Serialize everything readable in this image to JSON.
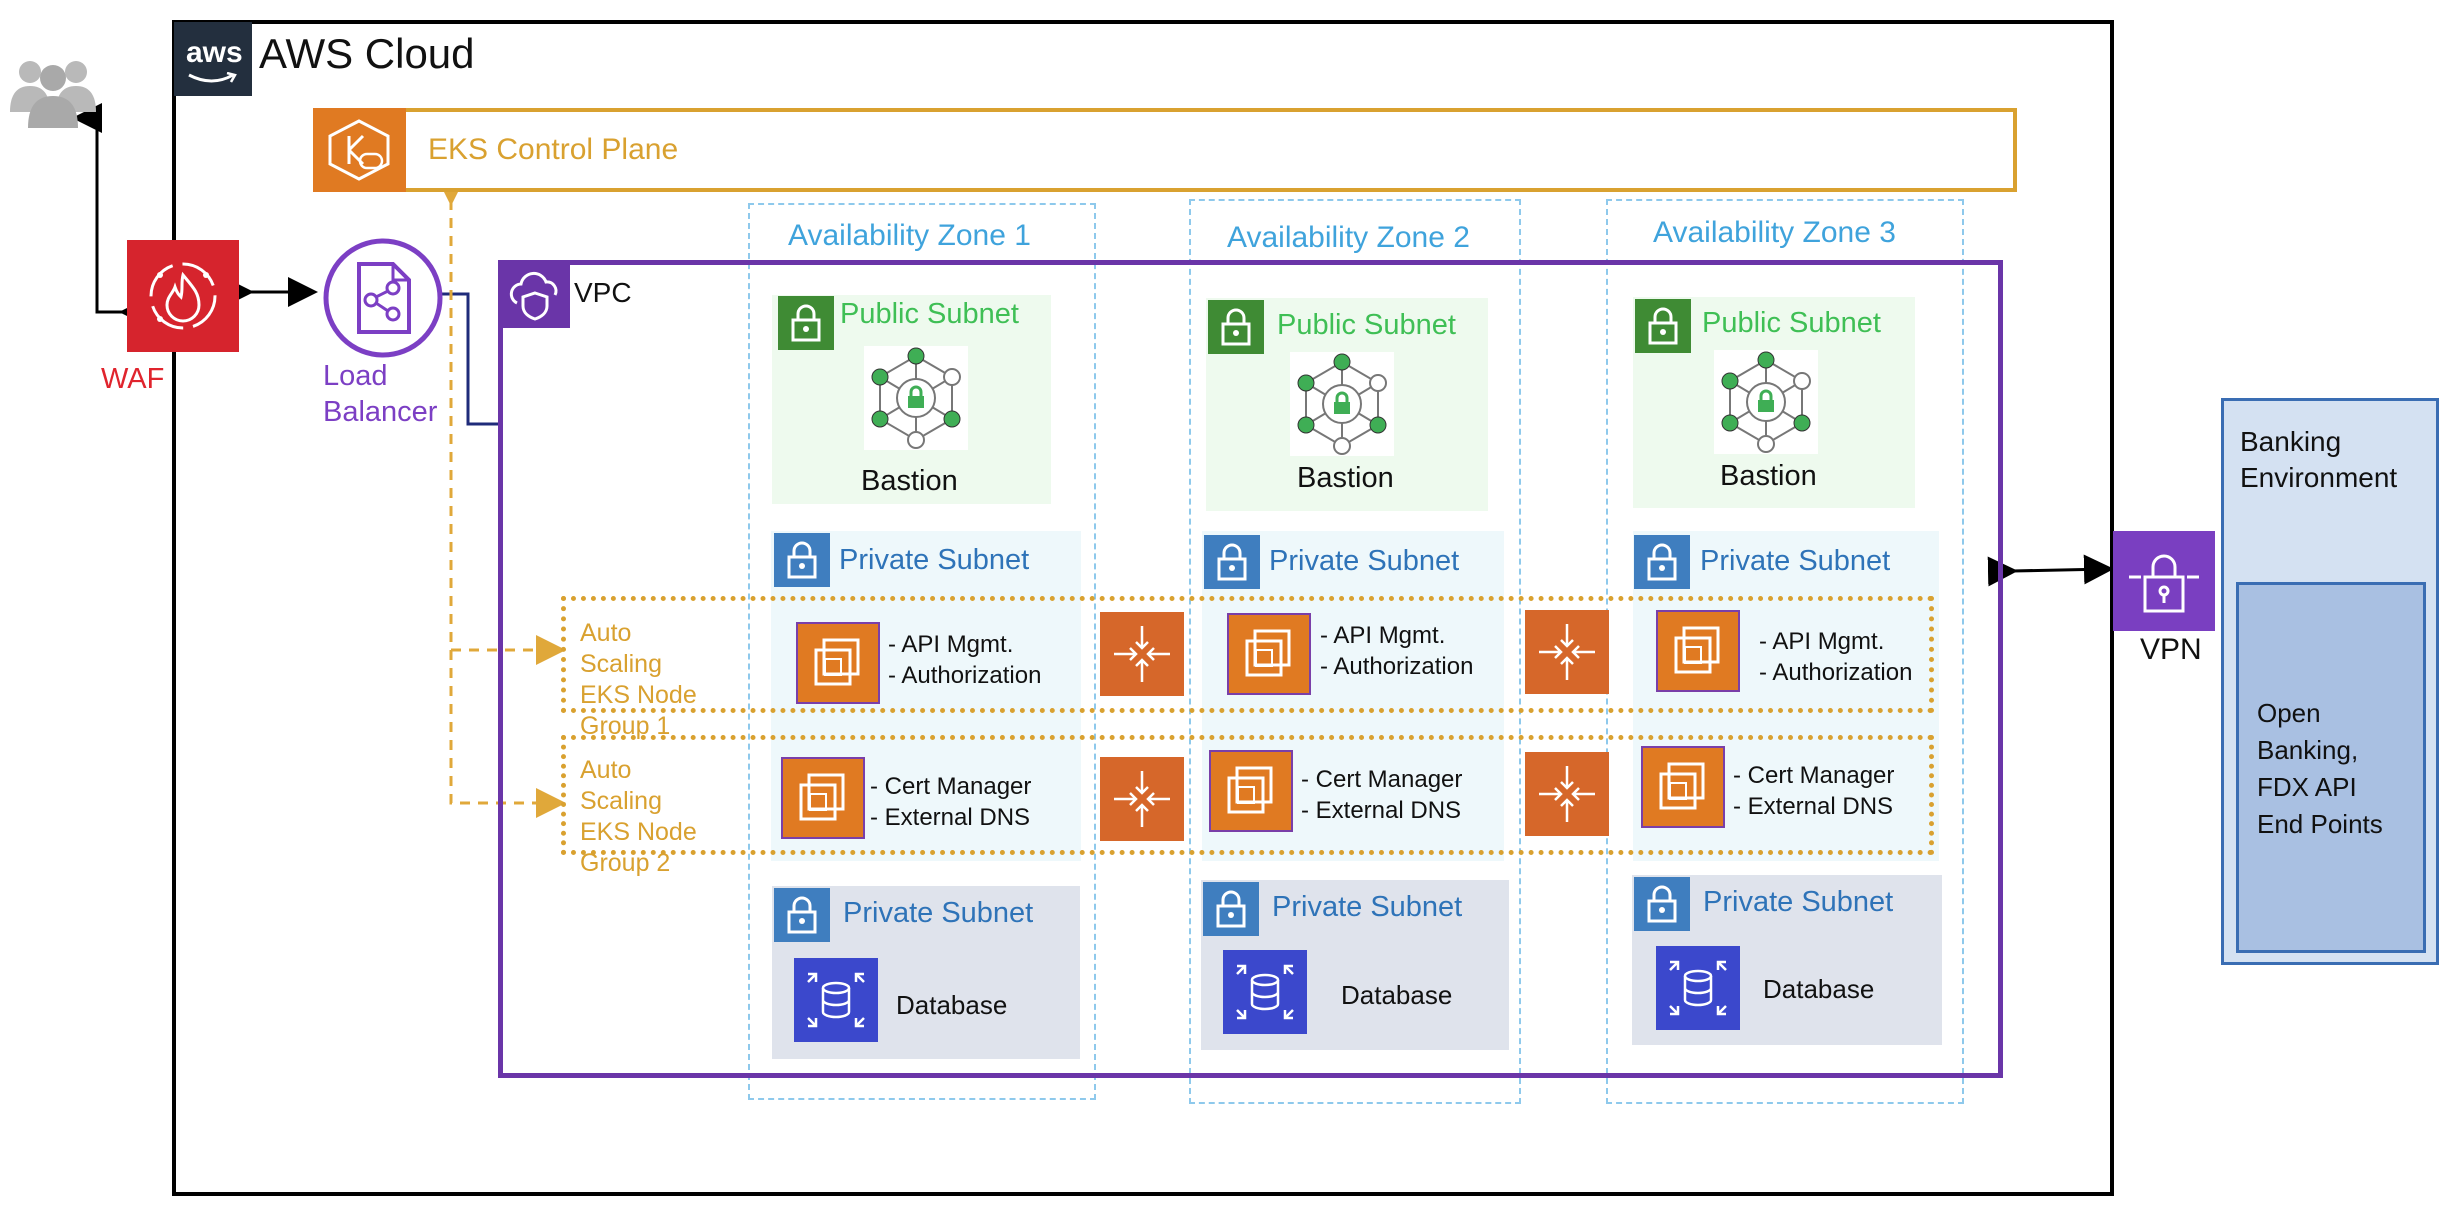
{
  "aws_cloud": {
    "label": "AWS Cloud",
    "logo_text": "aws"
  },
  "eks_control_plane": {
    "label": "EKS Control Plane"
  },
  "waf": {
    "label": "WAF"
  },
  "load_balancer": {
    "label_line1": "Load",
    "label_line2": "Balancer"
  },
  "vpc": {
    "label": "VPC"
  },
  "vpn": {
    "label": "VPN"
  },
  "banking": {
    "title_line1": "Banking",
    "title_line2": "Environment",
    "endpoints": [
      "Open",
      "Banking,",
      "FDX API",
      "End Points"
    ]
  },
  "zones": [
    {
      "label": "Availability Zone 1",
      "public": "Public Subnet",
      "bastion": "Bastion",
      "private": "Private Subnet",
      "private_db": "Private Subnet",
      "database": "Database"
    },
    {
      "label": "Availability Zone 2",
      "public": "Public Subnet",
      "bastion": "Bastion",
      "private": "Private Subnet",
      "private_db": "Private Subnet",
      "database": "Database"
    },
    {
      "label": "Availability Zone 3",
      "public": "Public Subnet",
      "bastion": "Bastion",
      "private": "Private Subnet",
      "private_db": "Private Subnet",
      "database": "Database"
    }
  ],
  "node_groups": [
    {
      "label": [
        "Auto Scaling",
        "EKS Node",
        "Group 1"
      ],
      "items": [
        "- API Mgmt.",
        "- Authorization"
      ]
    },
    {
      "label": [
        "Auto Scaling",
        "EKS Node",
        "Group 2"
      ],
      "items": [
        "- Cert Manager",
        "- External DNS"
      ]
    }
  ],
  "colors": {
    "waf": "#d6242d",
    "eks": "#e07a22",
    "eks_border": "#d9a130",
    "vpc": "#6a35a8",
    "load_balancer": "#7c3fc4",
    "public_subnet": "#3f8b34",
    "private_subnet": "#3f7ebf",
    "database": "#3b48cc",
    "vpn": "#7a3fc1",
    "banking_bg": "#d4e1f2",
    "banking_border": "#3a6db3"
  },
  "icons": [
    "users-icon",
    "aws-logo",
    "eks-icon",
    "waf-icon",
    "load-balancer-icon",
    "vpc-icon",
    "lock-icon",
    "bastion-icon",
    "ec2-icon",
    "scaling-icon",
    "database-icon",
    "vpn-icon"
  ]
}
